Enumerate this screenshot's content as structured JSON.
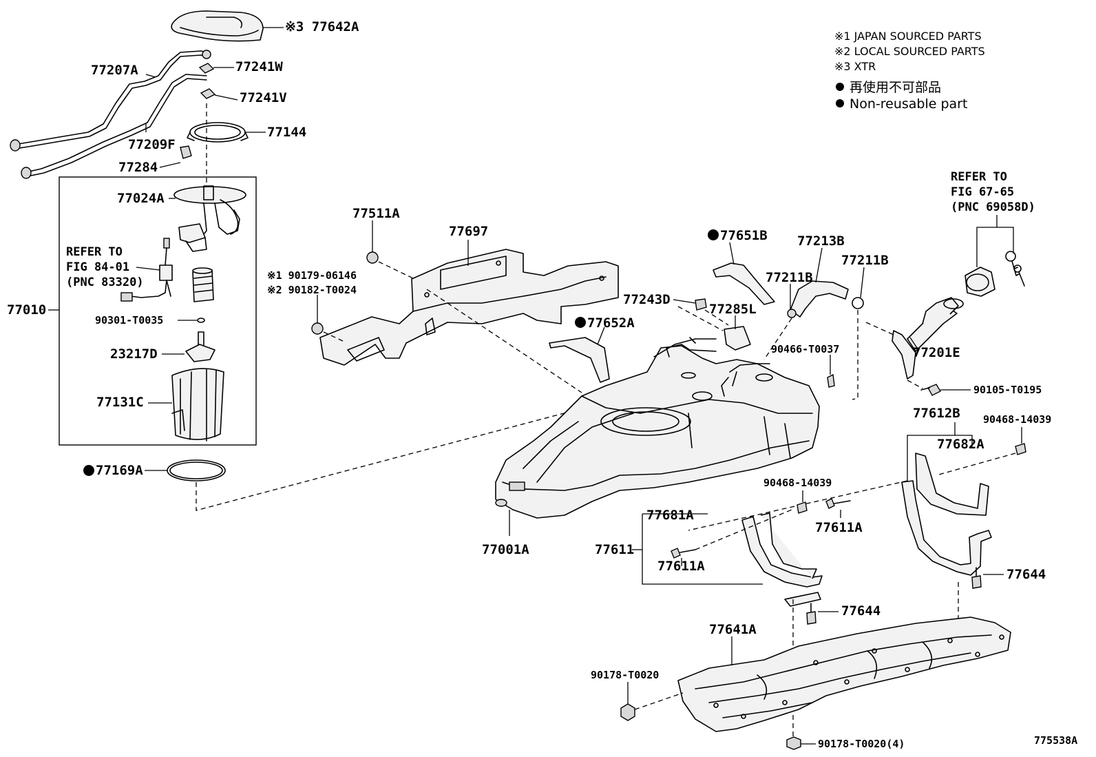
{
  "legend": {
    "note1": "※1 JAPAN SOURCED PARTS",
    "note2": "※2 LOCAL SOURCED PARTS",
    "note3": "※3 XTR",
    "nonreusable_jp": "再使用不可部品",
    "nonreusable_en": "Non-reusable part"
  },
  "diagram_id": "775538A",
  "refs": {
    "fig84_line1": "REFER TO",
    "fig84_line2": "FIG 84-01",
    "fig84_line3": "(PNC 83320)",
    "fig67_line1": "REFER TO",
    "fig67_line2": "FIG 67-65",
    "fig67_line3": "(PNC 69058D)"
  },
  "parts": {
    "p77642A": "※3 77642A",
    "p77207A": "77207A",
    "p77241W": "77241W",
    "p77241V": "77241V",
    "p77144": "77144",
    "p77209F": "77209F",
    "p77284": "77284",
    "p77024A": "77024A",
    "p77010": "77010",
    "p90301": "90301-T0035",
    "p23217D": "23217D",
    "p77131C": "77131C",
    "p77169A": "77169A",
    "p77511A": "77511A",
    "p77697": "77697",
    "p90179": "※1 90179-06146",
    "p90182": "※2 90182-T0024",
    "p77651B": "77651B",
    "p77213B": "77213B",
    "p77211B_1": "77211B",
    "p77211B_2": "77211B",
    "p77243D": "77243D",
    "p77285L": "77285L",
    "p77652A": "77652A",
    "p90466": "90466-T0037",
    "p77201E": "77201E",
    "p90105": "90105-T0195",
    "p77612B": "77612B",
    "p90468_1": "90468-14039",
    "p77682A": "77682A",
    "p90468_2": "90468-14039",
    "p77681A": "77681A",
    "p77611_grp": "77611",
    "p77611A_1": "77611A",
    "p77611A_2": "77611A",
    "p77001A": "77001A",
    "p77644_1": "77644",
    "p77644_2": "77644",
    "p77641A": "77641A",
    "p90178_1": "90178-T0020",
    "p90178_2": "90178-T0020(4)"
  },
  "colors": {
    "line": "#000000",
    "background": "#ffffff",
    "part_fill": "#f2f2f2"
  }
}
